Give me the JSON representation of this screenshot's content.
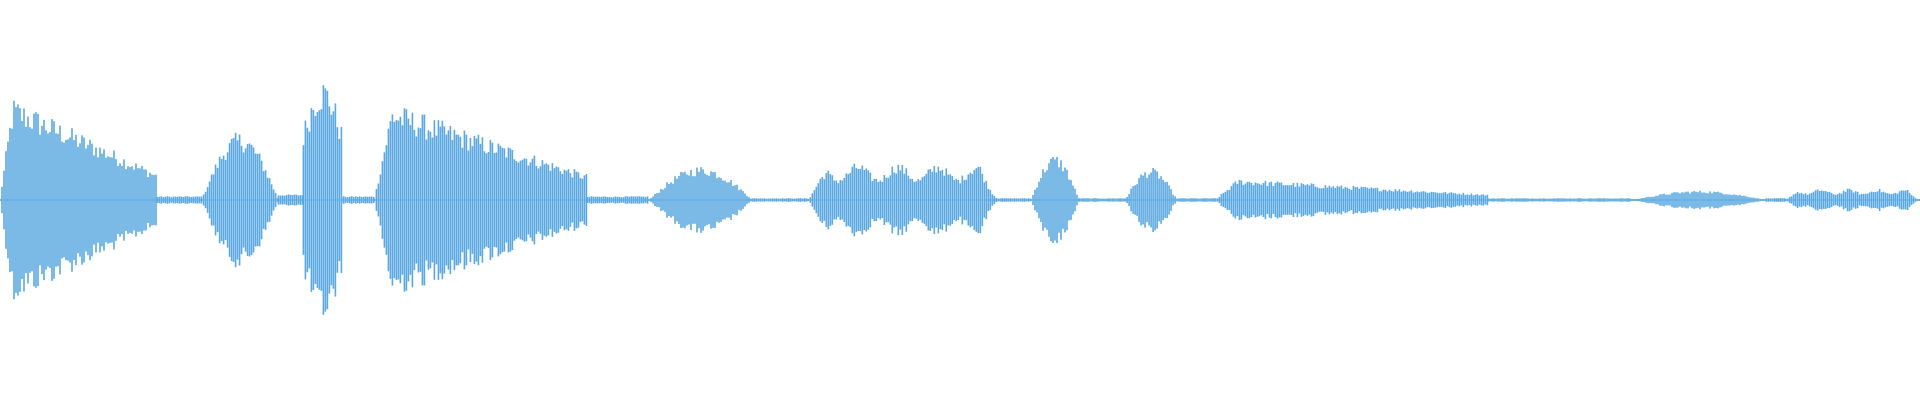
{
  "waveform": {
    "color": "#5aa8e1",
    "amplitude_scale": "linear",
    "duration_fraction_shown": 1.0,
    "segments": [
      {
        "start": 0.0,
        "end": 0.082,
        "peak": 0.58,
        "shape": "decay"
      },
      {
        "start": 0.082,
        "end": 0.105,
        "peak": 0.02,
        "shape": "silence"
      },
      {
        "start": 0.105,
        "end": 0.145,
        "peak": 0.36,
        "shape": "hump"
      },
      {
        "start": 0.145,
        "end": 0.158,
        "peak": 0.03,
        "shape": "silence"
      },
      {
        "start": 0.158,
        "end": 0.178,
        "peak": 0.65,
        "shape": "burst"
      },
      {
        "start": 0.178,
        "end": 0.195,
        "peak": 0.02,
        "shape": "silence"
      },
      {
        "start": 0.195,
        "end": 0.306,
        "peak": 0.55,
        "shape": "decay"
      },
      {
        "start": 0.306,
        "end": 0.338,
        "peak": 0.02,
        "shape": "silence"
      },
      {
        "start": 0.338,
        "end": 0.392,
        "peak": 0.18,
        "shape": "hump"
      },
      {
        "start": 0.392,
        "end": 0.421,
        "peak": 0.01,
        "shape": "silence"
      },
      {
        "start": 0.421,
        "end": 0.52,
        "peak": 0.2,
        "shape": "plateau"
      },
      {
        "start": 0.52,
        "end": 0.537,
        "peak": 0.01,
        "shape": "silence"
      },
      {
        "start": 0.537,
        "end": 0.562,
        "peak": 0.24,
        "shape": "hump"
      },
      {
        "start": 0.562,
        "end": 0.586,
        "peak": 0.01,
        "shape": "silence"
      },
      {
        "start": 0.586,
        "end": 0.613,
        "peak": 0.17,
        "shape": "hump"
      },
      {
        "start": 0.613,
        "end": 0.633,
        "peak": 0.01,
        "shape": "silence"
      },
      {
        "start": 0.633,
        "end": 0.775,
        "peak": 0.12,
        "shape": "decay"
      },
      {
        "start": 0.775,
        "end": 0.85,
        "peak": 0.01,
        "shape": "silence"
      },
      {
        "start": 0.85,
        "end": 0.92,
        "peak": 0.05,
        "shape": "hump"
      },
      {
        "start": 0.92,
        "end": 0.93,
        "peak": 0.01,
        "shape": "silence"
      },
      {
        "start": 0.93,
        "end": 1.0,
        "peak": 0.06,
        "shape": "plateau"
      }
    ]
  }
}
